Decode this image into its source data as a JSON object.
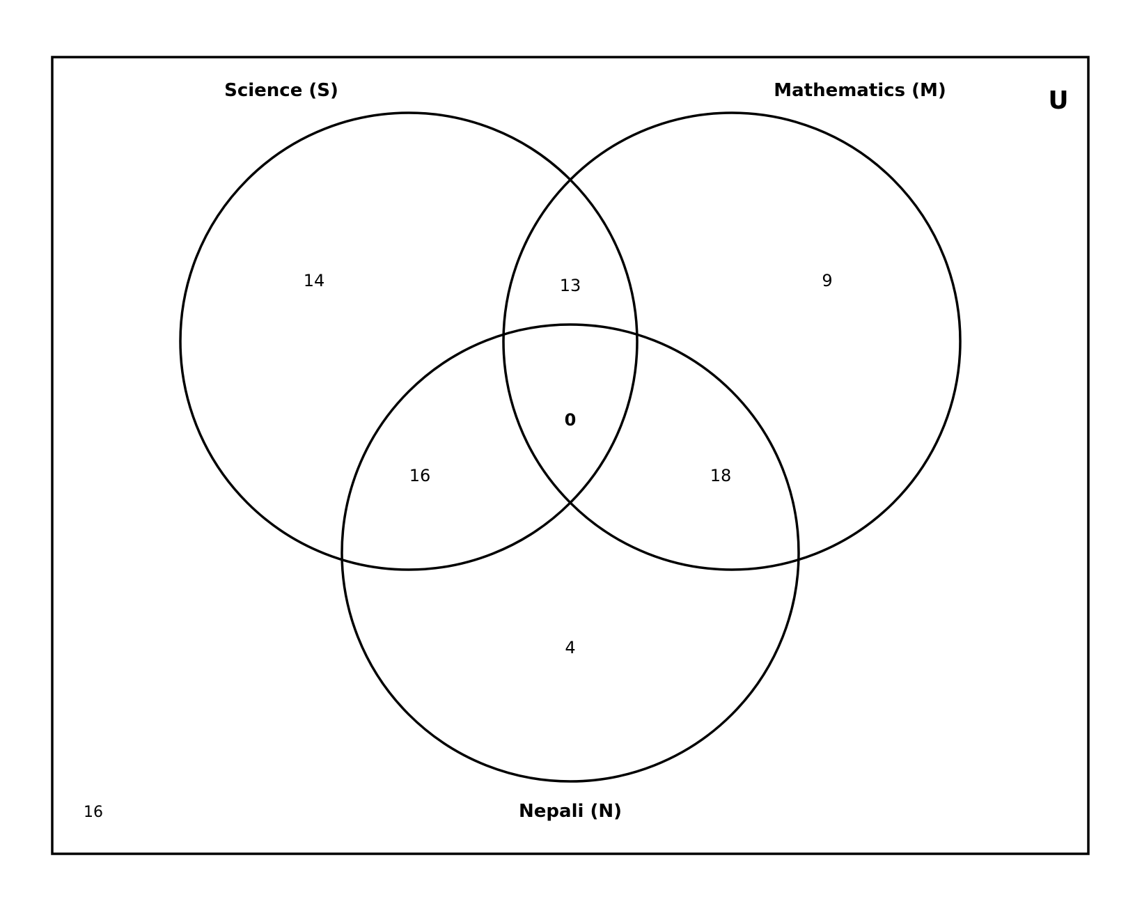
{
  "diagram": {
    "universe_label": "U",
    "sets": {
      "science": {
        "label": "Science (S)"
      },
      "mathematics": {
        "label": "Mathematics (M)"
      },
      "nepali": {
        "label": "Nepali (N)"
      }
    },
    "regions": {
      "s_only": "14",
      "m_only": "9",
      "n_only": "4",
      "s_and_m_only": "13",
      "s_and_n_only": "16",
      "m_and_n_only": "18",
      "s_m_n": "0",
      "outside": "16"
    }
  }
}
